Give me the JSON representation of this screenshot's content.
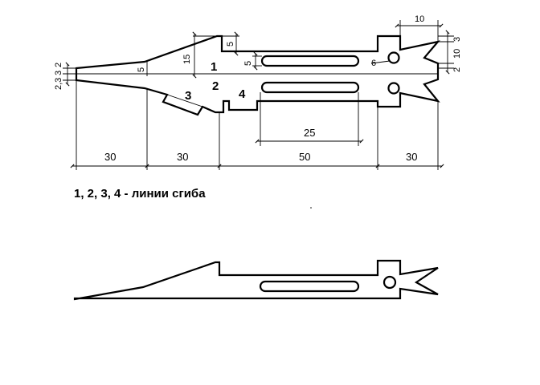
{
  "caption": "1, 2, 3, 4 - линии сгиба",
  "bend_labels": [
    "1",
    "2",
    "3",
    "4"
  ],
  "dimensions": {
    "bottom": [
      "30",
      "30",
      "50",
      "30"
    ],
    "slot_length": "25",
    "jaw_width": "10",
    "right_side": [
      "3",
      "10",
      "2"
    ],
    "left_side": [
      "2",
      "3",
      "2,3"
    ],
    "diag_15": "15",
    "diag_5a": "5",
    "diag_5b": "5",
    "diag_5c": "5",
    "hole_6": "6"
  }
}
